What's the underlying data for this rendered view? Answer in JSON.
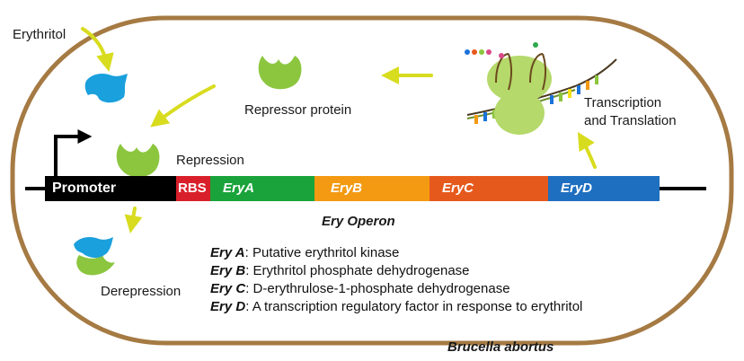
{
  "labels": {
    "inducer": "Erythritol",
    "repressor": "Repressor protein",
    "repression": "Repression",
    "derepression": "Derepression",
    "transcription_line1": "Transcription",
    "transcription_line2": "and Translation",
    "operon": "Ery Operon",
    "organism": "Brucella abortus"
  },
  "operon_segments": [
    {
      "label": "Promoter",
      "color": "#000000"
    },
    {
      "label": "RBS",
      "color": "#d9202a"
    },
    {
      "label": "EryA",
      "color": "#1aa33b"
    },
    {
      "label": "EryB",
      "color": "#f39a12"
    },
    {
      "label": "EryC",
      "color": "#e6591d"
    },
    {
      "label": "EryD",
      "color": "#1f6fc0"
    }
  ],
  "legend": [
    {
      "gene": "Ery A",
      "desc": ":  Putative erythritol kinase"
    },
    {
      "gene": "Ery B",
      "desc": ": Erythritol phosphate dehydrogenase"
    },
    {
      "gene": "Ery C",
      "desc": ": D-erythrulose-1-phosphate dehydrogenase"
    },
    {
      "gene": "Ery D",
      "desc": ": A transcription regulatory factor in response to erythritol"
    }
  ],
  "colors": {
    "cell_outline": "#a57a43",
    "arrow": "#d8dc1e",
    "repressor": "#8cc63f",
    "erythritol": "#1aa0dd",
    "ribosome": "#b5d96a"
  },
  "icons": [
    "cell-outline",
    "promoter-arrow-icon",
    "erythritol-molecule-icon",
    "repressor-protein-icon",
    "ribosome-icon",
    "mrna-strand-icon"
  ]
}
